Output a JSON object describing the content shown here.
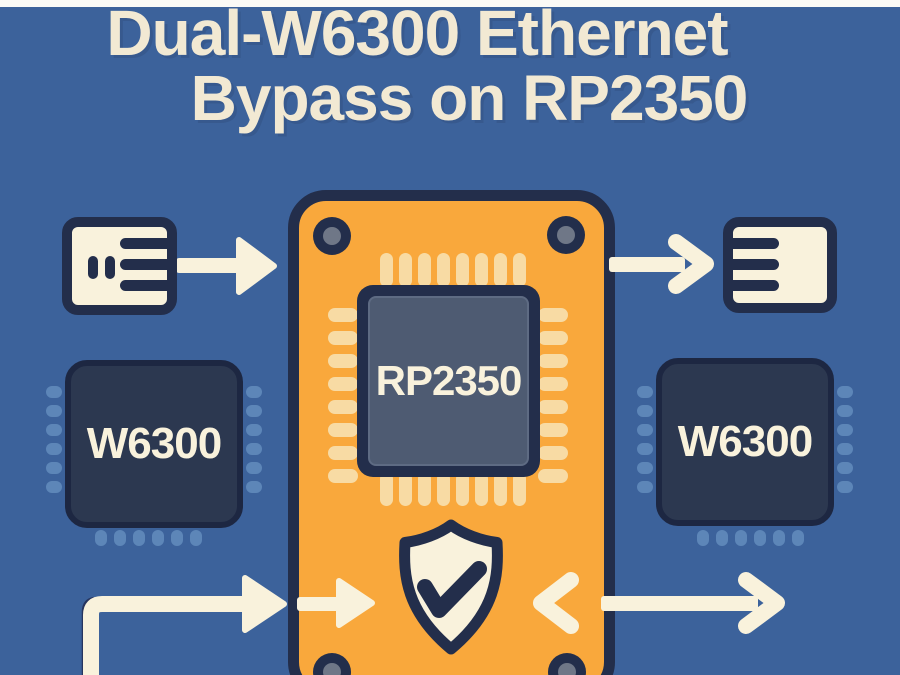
{
  "title": {
    "line1": "Dual-W6300 Ethernet",
    "line2": "Bypass on RP2350"
  },
  "board": {
    "mcu_label": "RP2350"
  },
  "left_chip": {
    "label": "W6300"
  },
  "right_chip": {
    "label": "W6300"
  },
  "icons": {
    "left_port": "ethernet-port-icon",
    "right_port": "ethernet-port-icon",
    "center": "shield-check-icon",
    "flow": [
      "arrow-right-filled",
      "arrow-right-chevron",
      "arrow-elbow-up-right",
      "arrow-left-right-chevron"
    ]
  },
  "colors": {
    "background": "#3c629b",
    "board_orange": "#f9a83c",
    "navy": "#232e4b",
    "navy_dark": "#1d2742",
    "navy_fill": "#2c3850",
    "chip_inner": "#4e5b72",
    "chip_inner_edge": "#5e6b83",
    "cream": "#f9f2dc",
    "title_cream": "#f2e9d3",
    "pin_cream": "#f8dba4",
    "pin_blue": "#5d86b8",
    "hole_gray": "#6f7787",
    "top_strip": "#fbfaf6"
  }
}
